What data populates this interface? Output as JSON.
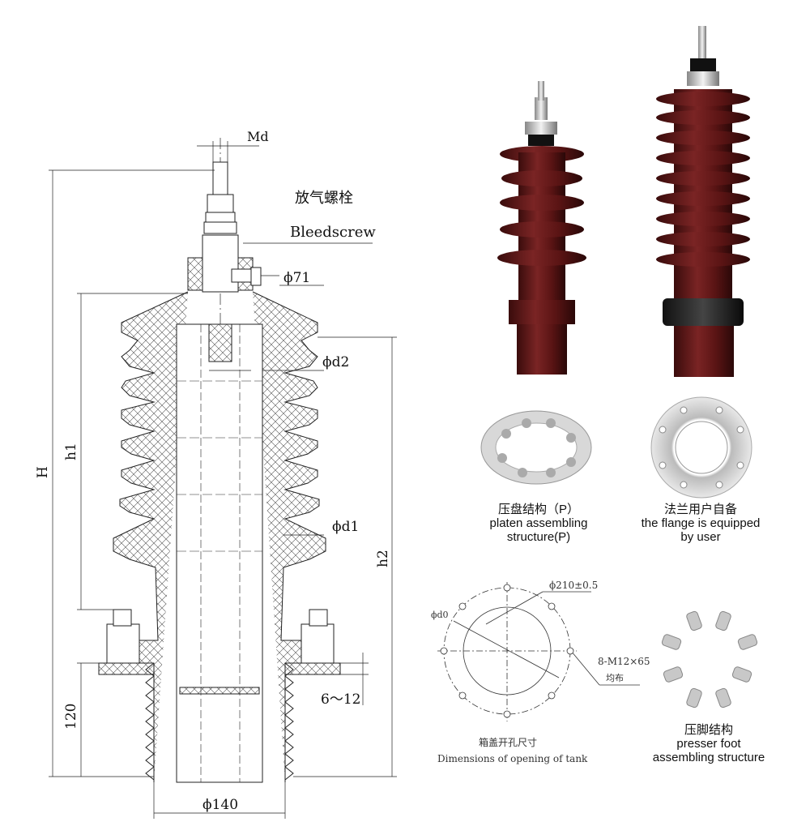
{
  "drawing": {
    "md_label": "Md",
    "bleed_cn": "放气螺栓",
    "bleed_en": "Bleedscrew",
    "phi71": "ϕ71",
    "phid2": "ϕd2",
    "phid1": "ϕd1",
    "H": "H",
    "h1": "h1",
    "h2": "h2",
    "dim120": "120",
    "dim6_12": "6～12",
    "phi140": "ϕ140"
  },
  "photos": {
    "platen": {
      "cn": "压盘结构（P）",
      "en1": "platen assembling",
      "en2": "structure(P)"
    },
    "flange": {
      "cn": "法兰用户自备",
      "en1": "the flange is equipped",
      "en2": "by user"
    },
    "presser": {
      "cn": "压脚结构",
      "en1": "presser foot",
      "en2": "assembling  structure"
    }
  },
  "tank": {
    "phi_d0": "ϕd0",
    "phi210": "ϕ210±0.5",
    "bolts": "8-M12×65",
    "evenly": "均布",
    "title_cn": "箱盖开孔尺寸",
    "title_en": "Dimensions of opening of tank"
  },
  "colors": {
    "porcelain": "#5a1414",
    "porcelain_light": "#7a2424",
    "line": "#222222",
    "metal": "#c8c8c8"
  }
}
